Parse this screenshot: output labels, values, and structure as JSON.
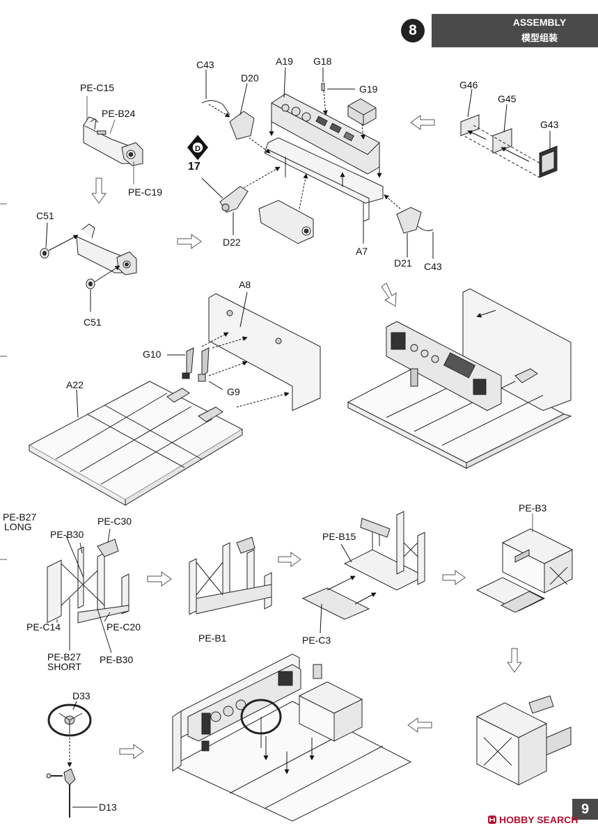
{
  "header": {
    "step_number": "8",
    "title": "ASSEMBLY",
    "subtitle": "模型组装"
  },
  "page_number": "9",
  "watermark": "HOBBY SEARCH",
  "reference_number": "17",
  "reference_icon": "D-part-reference-icon",
  "labels": {
    "pe_c15": "PE-C15",
    "pe_b24": "PE-B24",
    "pe_c19": "PE-C19",
    "c51_top": "C51",
    "c51_bottom": "C51",
    "c43_top": "C43",
    "d20": "D20",
    "a19": "A19",
    "g18": "G18",
    "g19": "G19",
    "d22": "D22",
    "a7": "A7",
    "d21": "D21",
    "c43_bottom": "C43",
    "g46": "G46",
    "g45": "G45",
    "g43": "G43",
    "a8": "A8",
    "g10": "G10",
    "g9": "G9",
    "a22": "A22",
    "pe_b27_long_1": "PE-B27",
    "pe_b27_long_2": "LONG",
    "pe_b30_top": "PE-B30",
    "pe_c30": "PE-C30",
    "pe_c14": "PE-C14",
    "pe_c20": "PE-C20",
    "pe_b27_short_1": "PE-B27",
    "pe_b27_short_2": "SHORT",
    "pe_b30_bottom": "PE-B30",
    "pe_b1": "PE-B1",
    "pe_b15": "PE-B15",
    "pe_c3": "PE-C3",
    "pe_b3": "PE-B3",
    "d33": "D33",
    "d13": "D13"
  },
  "colors": {
    "header_bg": "#4a4a4a",
    "line": "#222222",
    "fill_light": "#f2f2f2",
    "fill_mid": "#d9d9d9",
    "fill_dark": "#333333",
    "watermark": "#b01030"
  }
}
